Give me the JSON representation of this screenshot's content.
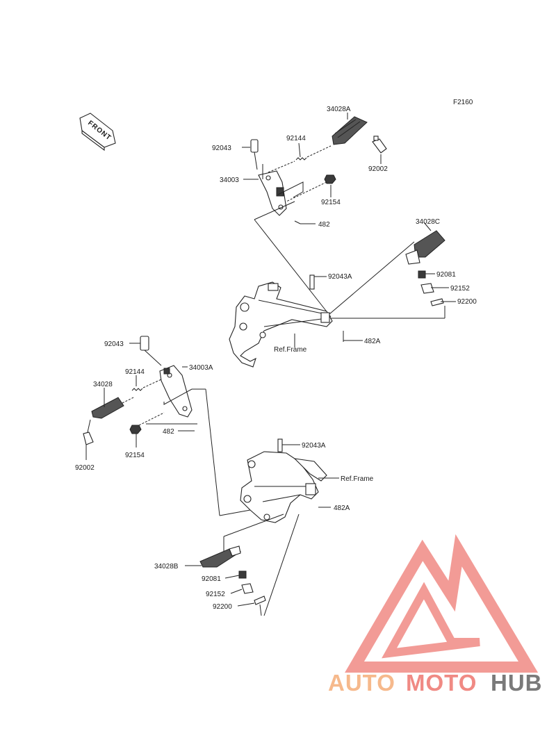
{
  "diagram_code": "F2160",
  "front_label": "FRONT",
  "callouts": {
    "c_34028A": "34028A",
    "c_92043_top": "92043",
    "c_92144_top": "92144",
    "c_92002_top": "92002",
    "c_34003": "34003",
    "c_92154_top": "92154",
    "c_482_top": "482",
    "c_34028C": "34028C",
    "c_92043A_top": "92043A",
    "c_92081_top": "92081",
    "c_92152_top": "92152",
    "c_92200_top": "92200",
    "c_refframe_top": "Ref.Frame",
    "c_482A_top": "482A",
    "c_92043_left": "92043",
    "c_34003A": "34003A",
    "c_92144_left": "92144",
    "c_34028": "34028",
    "c_482_left": "482",
    "c_92002_left": "92002",
    "c_92154_left": "92154",
    "c_92043A_bot": "92043A",
    "c_refframe_bot": "Ref.Frame",
    "c_482A_bot": "482A",
    "c_34028B": "34028B",
    "c_92081_bot": "92081",
    "c_92152_bot": "92152",
    "c_92200_bot": "92200"
  },
  "watermark": {
    "word_auto": "AUTO",
    "word_moto": "MOTO",
    "word_hub": "HUB",
    "color_auto": "#f6b98c",
    "color_moto": "#f08a84",
    "color_hub": "#7a7a7a",
    "color_logo": "#f08a84"
  }
}
